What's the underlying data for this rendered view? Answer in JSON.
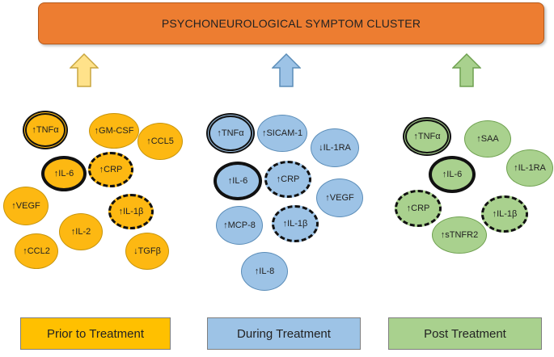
{
  "banner": {
    "title": "PSYCHONEUROLOGICAL SYMPTOM CLUSTER",
    "color": "#ed7d31"
  },
  "arrows": [
    {
      "color": "#ffe28a"
    },
    {
      "color": "#9dc3e6"
    },
    {
      "color": "#a9d18e"
    }
  ],
  "groups": [
    {
      "label": "Prior to Treatment",
      "color": "#fdb812",
      "markers": [
        {
          "text": "↑TNFα",
          "border": "double"
        },
        {
          "text": "↑GM-CSF",
          "border": "thin"
        },
        {
          "text": "↑CCL5",
          "border": "thin"
        },
        {
          "text": "↑IL-6",
          "border": "bold"
        },
        {
          "text": "↑CRP",
          "border": "dashed"
        },
        {
          "text": "↑VEGF",
          "border": "thin"
        },
        {
          "text": "↑IL-1β",
          "border": "dashed"
        },
        {
          "text": "↑IL-2",
          "border": "thin"
        },
        {
          "text": "↑CCL2",
          "border": "thin"
        },
        {
          "text": "↓TGFβ",
          "border": "thin"
        }
      ]
    },
    {
      "label": "During Treatment",
      "color": "#9dc3e6",
      "markers": [
        {
          "text": "↑TNFα",
          "border": "double"
        },
        {
          "text": "↑SICAM-1",
          "border": "thin"
        },
        {
          "text": "↓IL-1RA",
          "border": "thin"
        },
        {
          "text": "↑IL-6",
          "border": "bold"
        },
        {
          "text": "↑CRP",
          "border": "dashed"
        },
        {
          "text": "↑VEGF",
          "border": "thin"
        },
        {
          "text": "↑MCP-8",
          "border": "thin"
        },
        {
          "text": "↑IL-1β",
          "border": "dashed"
        },
        {
          "text": "↑IL-8",
          "border": "thin"
        }
      ]
    },
    {
      "label": "Post Treatment",
      "color": "#a9d18e",
      "markers": [
        {
          "text": "↑TNFα",
          "border": "double"
        },
        {
          "text": "↑SAA",
          "border": "thin"
        },
        {
          "text": "↑IL-6",
          "border": "bold"
        },
        {
          "text": "↑IL-1RA",
          "border": "thin"
        },
        {
          "text": "↑CRP",
          "border": "dashed"
        },
        {
          "text": "↑IL-1β",
          "border": "dashed"
        },
        {
          "text": "↑sTNFR2",
          "border": "thin"
        }
      ]
    }
  ]
}
